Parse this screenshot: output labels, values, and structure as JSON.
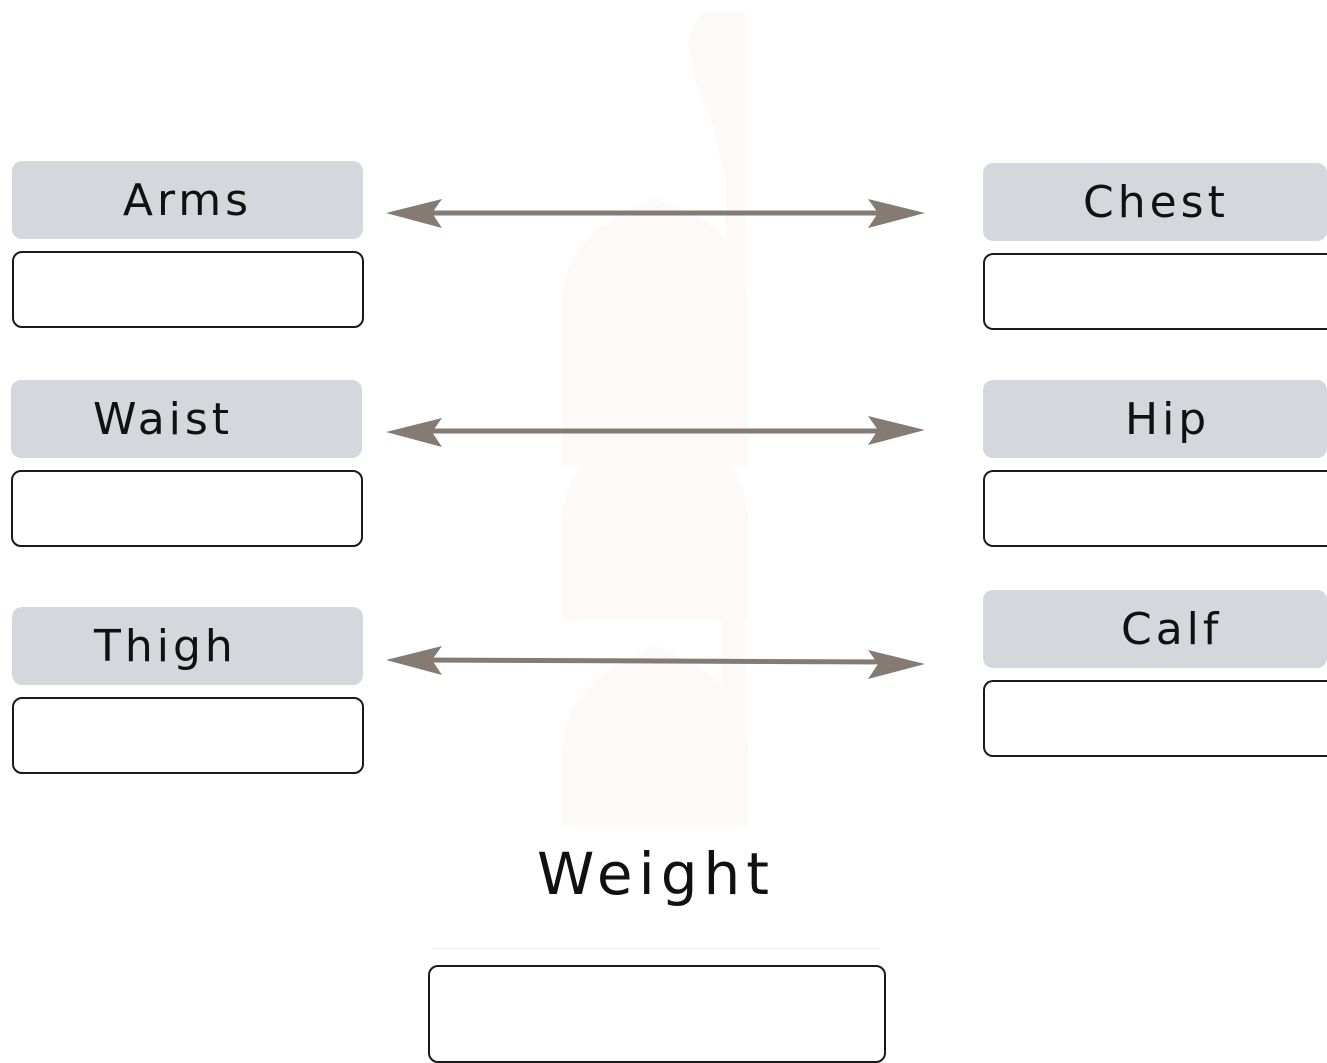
{
  "measurements": {
    "arms": {
      "label": "Arms",
      "value": ""
    },
    "waist": {
      "label": "Waist",
      "value": ""
    },
    "thigh": {
      "label": "Thigh",
      "value": ""
    },
    "chest": {
      "label": "Chest",
      "value": ""
    },
    "hip": {
      "label": "Hip",
      "value": ""
    },
    "calf": {
      "label": "Calf",
      "value": ""
    },
    "weight": {
      "label": "Weight",
      "value": ""
    }
  },
  "colors": {
    "label_bg": "#d4d8dc",
    "arrow": "#857b72",
    "silhouette": "#fcf9f8",
    "input_border": "#1a1a1a"
  }
}
